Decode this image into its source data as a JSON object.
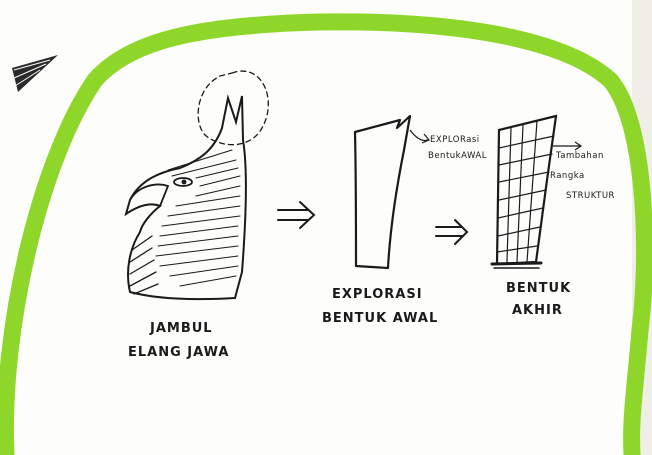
{
  "colors": {
    "border": "#8fd62a",
    "ink": "#1a1a1a",
    "paper": "#fdfdfb"
  },
  "stages": [
    {
      "label_line1": "JAMBUL",
      "label_line2": "ELANG JAWA"
    },
    {
      "label_line1": "EXPLORASI",
      "label_line2": "BENTUK AWAL"
    },
    {
      "label_line1": "BENTUK",
      "label_line2": "AKHIR"
    }
  ],
  "annotations": {
    "initial_form": {
      "line1": "EXPLORasi",
      "line2": "BentukAWAL"
    },
    "structure": {
      "line1": "Tambahan",
      "line2": "Rangka",
      "line3": "STRUKTUR"
    }
  },
  "icons": [
    "eagle-crest-sketch",
    "double-arrow-right-icon",
    "tower-sketch"
  ]
}
